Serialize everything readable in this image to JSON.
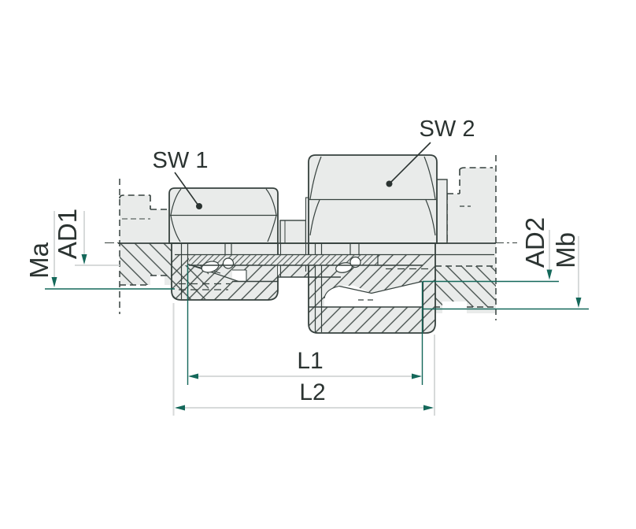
{
  "drawing": {
    "callouts": {
      "sw1": "SW 1",
      "sw2": "SW 2"
    },
    "dim_labels": {
      "ma": "Ma",
      "ad1": "AD1",
      "ad2": "AD2",
      "mb": "Mb",
      "l1": "L1",
      "l2": "L2"
    },
    "colors": {
      "accent_teal": "#14685A",
      "drawing_line": "#36413E",
      "part_fill": "#E9EBEA",
      "dim_line_gray": "#D7DADA",
      "label_text": "#2B3331",
      "background": "#FFFFFF"
    }
  }
}
